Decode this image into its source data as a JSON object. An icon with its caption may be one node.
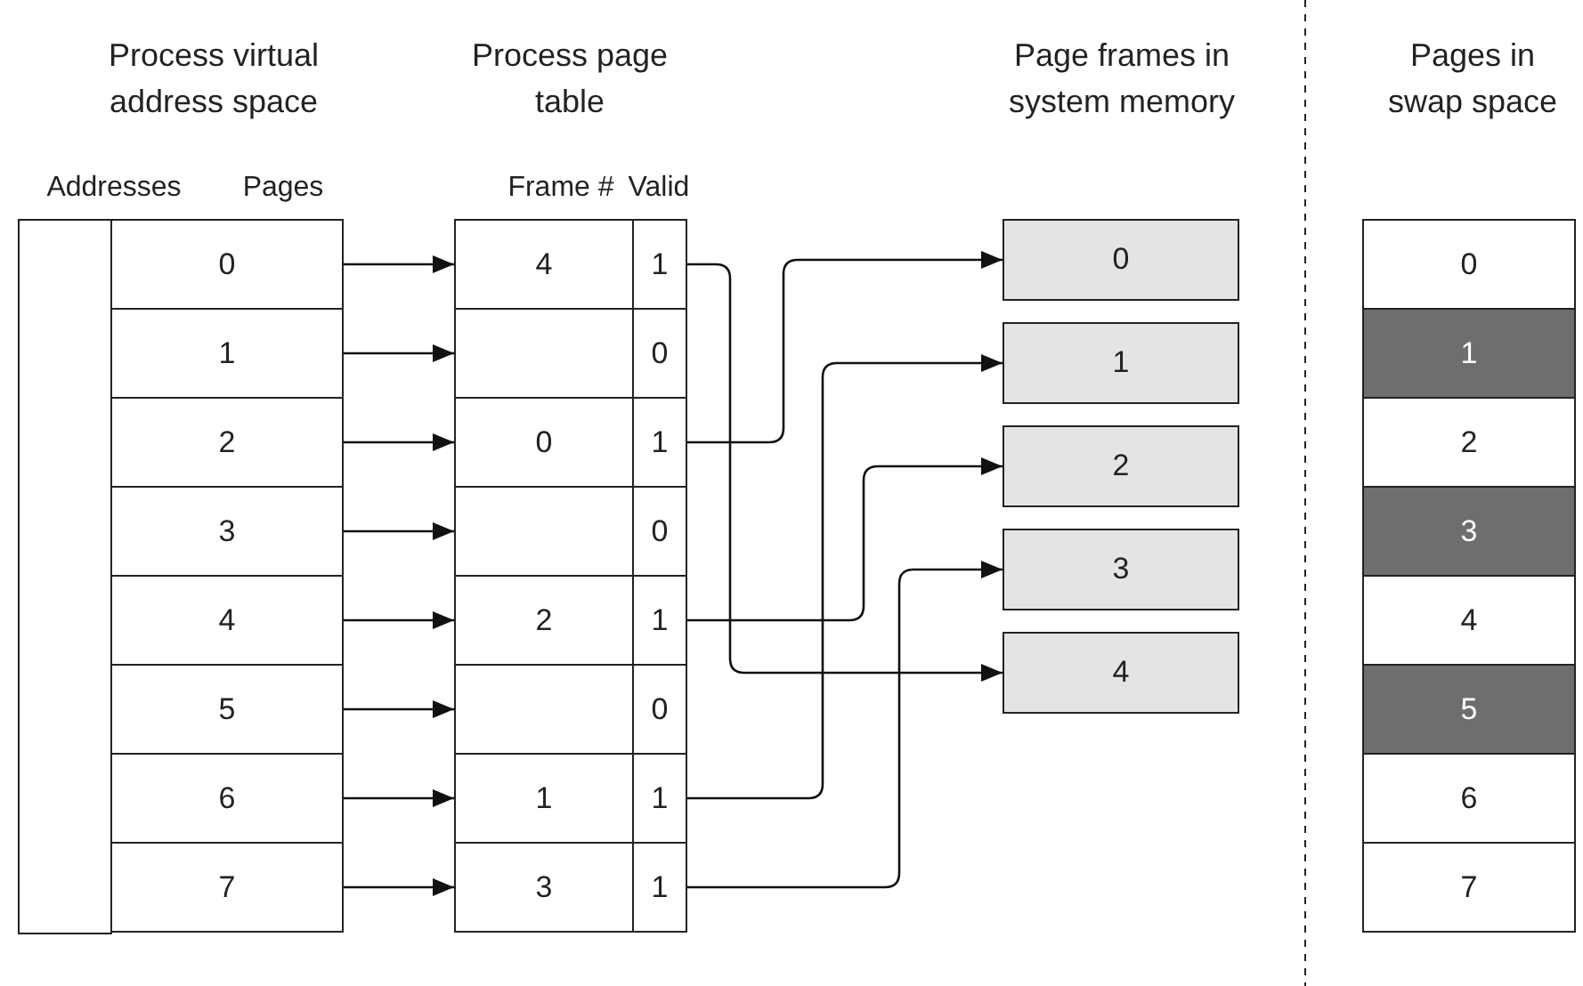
{
  "diagram": {
    "nodes": [
      {
        "text": [],
        "shape": "box"
      },
      {
        "text": [
          "0"
        ]
      },
      {
        "text": [
          "1"
        ]
      },
      {
        "text": [
          "2"
        ]
      },
      {
        "text": [
          "3"
        ]
      },
      {
        "text": [
          "4"
        ]
      },
      {
        "text": [
          "5"
        ]
      },
      {
        "text": [
          "6"
        ]
      },
      {
        "text": [
          "7"
        ]
      },
      {
        "text": [
          "4"
        ]
      },
      {
        "text": [],
        "shape": "box"
      },
      {
        "text": [
          "0"
        ]
      },
      {
        "text": [],
        "shape": "box"
      },
      {
        "text": [
          "2"
        ]
      },
      {
        "text": [],
        "shape": "box"
      },
      {
        "text": [
          "1"
        ]
      },
      {
        "text": [
          "3"
        ]
      },
      {
        "text": [
          "1"
        ]
      },
      {
        "text": [
          "0"
        ]
      },
      {
        "text": [
          "1"
        ]
      },
      {
        "text": [
          "0"
        ]
      },
      {
        "text": [
          "1"
        ]
      },
      {
        "text": [
          "0"
        ]
      },
      {
        "text": [
          "1"
        ]
      },
      {
        "text": [
          "1"
        ]
      },
      {
        "text": [
          "0"
        ]
      },
      {
        "text": [
          "1"
        ]
      },
      {
        "text": [
          "2"
        ]
      },
      {
        "text": [
          "3"
        ]
      },
      {
        "text": [
          "4"
        ]
      },
      {
        "text": [
          "0"
        ]
      },
      {
        "text": [
          "1"
        ]
      },
      {
        "text": [
          "2"
        ]
      },
      {
        "text": [
          "3"
        ]
      },
      {
        "text": [
          "4"
        ]
      },
      {
        "text": [
          "5"
        ]
      },
      {
        "text": [
          "6"
        ]
      },
      {
        "text": [
          "7"
        ]
      }
    ],
    "edges": [
      {
        "from": 1,
        "to": 9,
        "arrow": "to"
      },
      {
        "from": 2,
        "to": 10,
        "arrow": "to"
      },
      {
        "from": 3,
        "to": 11,
        "arrow": "to"
      },
      {
        "from": 4,
        "to": 12,
        "arrow": "to"
      },
      {
        "from": 5,
        "to": 13,
        "arrow": "to"
      },
      {
        "from": 6,
        "to": 14,
        "arrow": "to"
      },
      {
        "from": 7,
        "to": 15,
        "arrow": "to"
      },
      {
        "from": 8,
        "to": 16,
        "arrow": "to"
      },
      {
        "from": 17,
        "to": 29,
        "arrow": "to"
      },
      {
        "from": 19,
        "to": 25,
        "arrow": "to"
      },
      {
        "from": 21,
        "to": 27,
        "arrow": "to"
      },
      {
        "from": 23,
        "to": 26,
        "arrow": "to"
      },
      {
        "from": 24,
        "to": 28,
        "arrow": "to"
      }
    ],
    "labels": [
      "Process virtual address space",
      "Process page table",
      "Page frames in system memory",
      "Pages in swap space",
      "Addresses",
      "Pages",
      "Frame #",
      "Valid"
    ]
  }
}
